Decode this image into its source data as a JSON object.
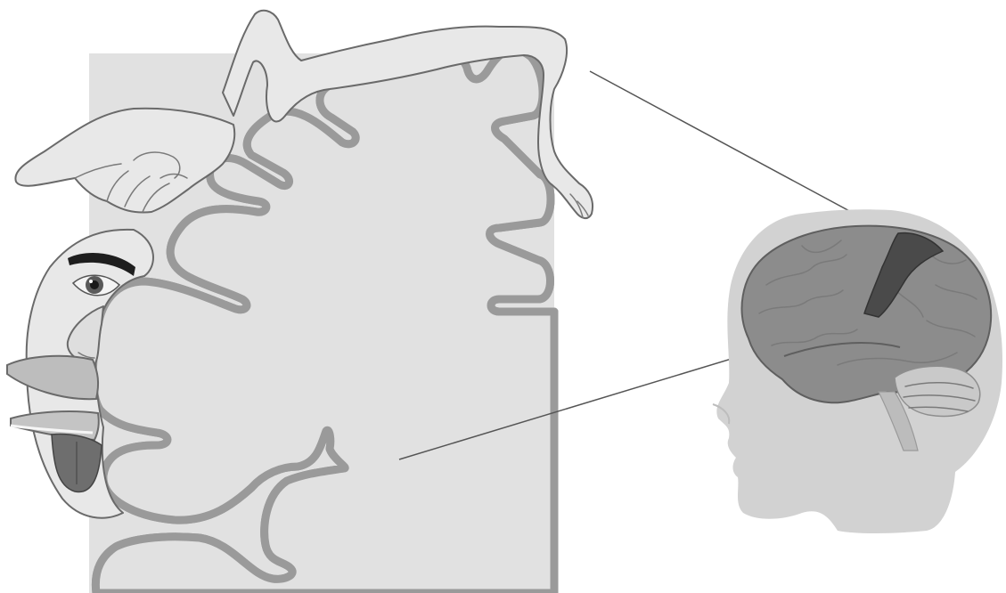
{
  "figure": {
    "background": "#ffffff",
    "panel_fill": "#e1e1e1",
    "cortex_fill": "#9a9a9a",
    "highlight_fill": "#4a4a4a",
    "head_silhouette_fill": "#cfcfcf",
    "brain_fill": "#8a8a8a",
    "callout_line_color": "#555555"
  },
  "parts": [
    "cortex-cross-section",
    "homunculus-foot-leg",
    "homunculus-hand",
    "homunculus-face",
    "homunculus-eye",
    "homunculus-nose",
    "homunculus-lips",
    "homunculus-tongue",
    "head-silhouette",
    "brain",
    "motor-strip-highlight",
    "cerebellum",
    "callout-lines"
  ]
}
